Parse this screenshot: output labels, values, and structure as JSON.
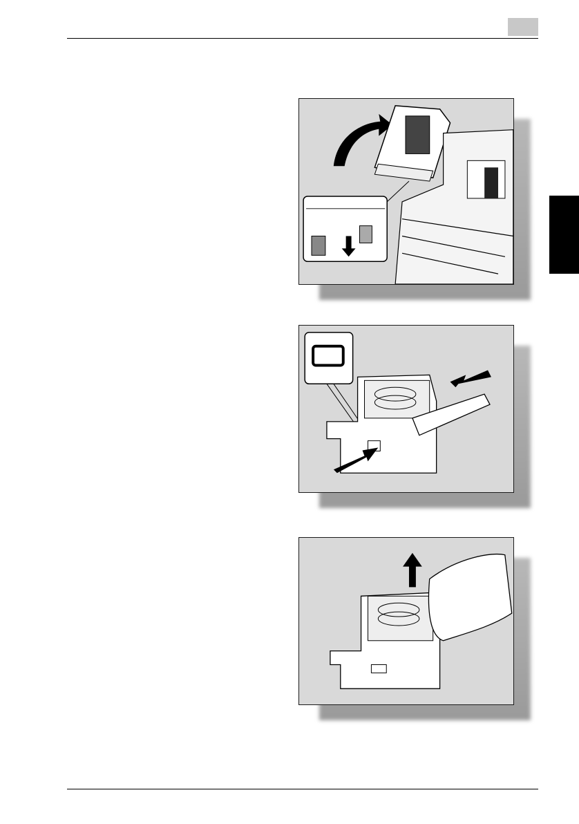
{
  "page": {
    "figures": [
      {
        "label": "step-1-illustration"
      },
      {
        "label": "step-2-illustration"
      },
      {
        "label": "step-3-illustration"
      }
    ]
  }
}
